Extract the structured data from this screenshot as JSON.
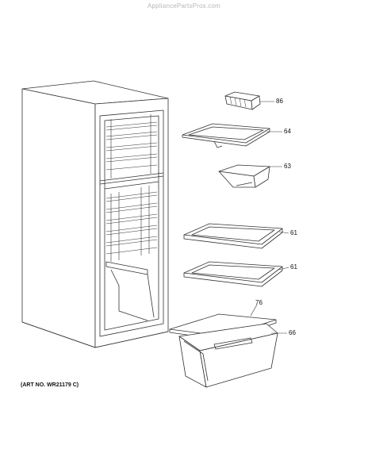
{
  "watermark": "AppliancePartsPros.com",
  "art_number": "(ART NO. WR21179 C)",
  "callouts": {
    "c86": "86",
    "c64": "64",
    "c63": "63",
    "c61a": "61",
    "c61b": "61",
    "c76": "76",
    "c66": "66"
  }
}
